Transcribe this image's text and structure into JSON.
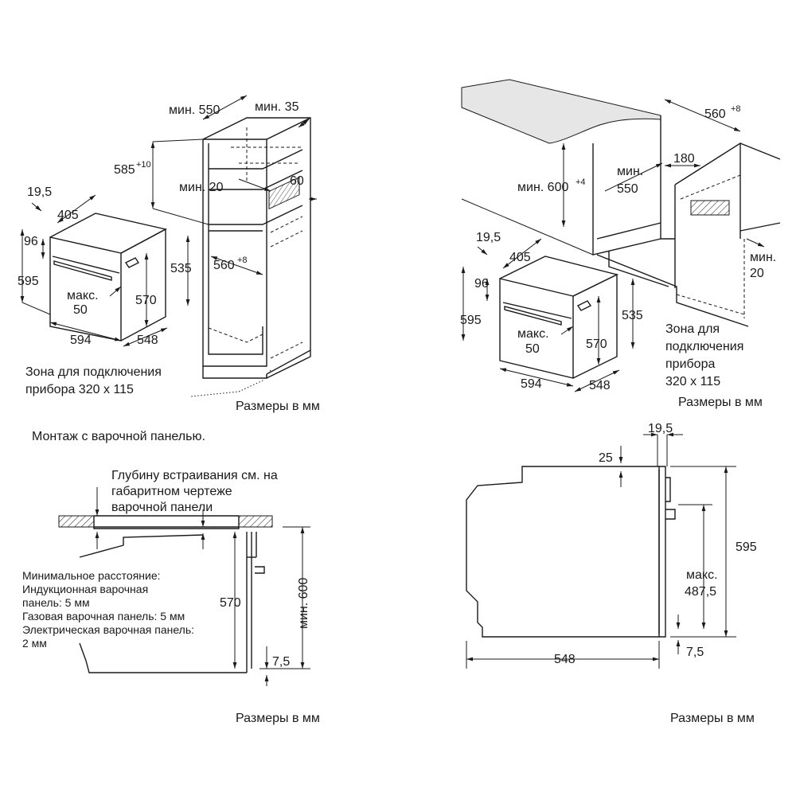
{
  "units_caption": "Размеры в мм",
  "panel_tl": {
    "dims": {
      "min550": "мин. 550",
      "min35": "мин. 35",
      "d585": "585",
      "d585_sup": "+10",
      "min20": "мин. 20",
      "d60": "60",
      "d560": "560",
      "d560_sup": "+8",
      "d535": "535",
      "d19_5": "19,5",
      "d405": "405",
      "d96": "96",
      "d595": "595",
      "d570": "570",
      "max": "макс.",
      "d50": "50",
      "d594": "594",
      "d548": "548"
    },
    "zone_line1": "Зона для подключения",
    "zone_line2": "прибора 320 x 115"
  },
  "panel_tr": {
    "dims": {
      "d560": "560",
      "d560_sup": "+8",
      "d180": "180",
      "min600": "мин. 600",
      "min600_sup": "+4",
      "min": "мин.",
      "d550": "550",
      "d19_5": "19,5",
      "d405": "405",
      "d96": "96",
      "d595": "595",
      "max": "макс.",
      "d50": "50",
      "d570": "570",
      "d535": "535",
      "d594": "594",
      "d548": "548",
      "min20_a": "мин.",
      "min20_b": "20"
    },
    "zone_lines": [
      "Зона для",
      "подключения",
      "прибора",
      "320 x 115"
    ]
  },
  "section_title": "Монтаж с варочной панелью.",
  "panel_bl": {
    "note_lines": [
      "Глубину встраивания см. на",
      "габаритном чертеже",
      "варочной панели"
    ],
    "min_lines": [
      "Минимальное расстояние:",
      "Индукционная варочная",
      "панель: 5 мм",
      "Газовая варочная панель: 5 мм",
      "Электрическая варочная панель:",
      "2 мм"
    ],
    "d570": "570",
    "min600": "мин. 600",
    "d7_5": "7,5"
  },
  "panel_br": {
    "d19_5": "19,5",
    "d25": "25",
    "d595": "595",
    "max": "макс.",
    "d487_5": "487,5",
    "d548": "548",
    "d7_5": "7,5"
  }
}
